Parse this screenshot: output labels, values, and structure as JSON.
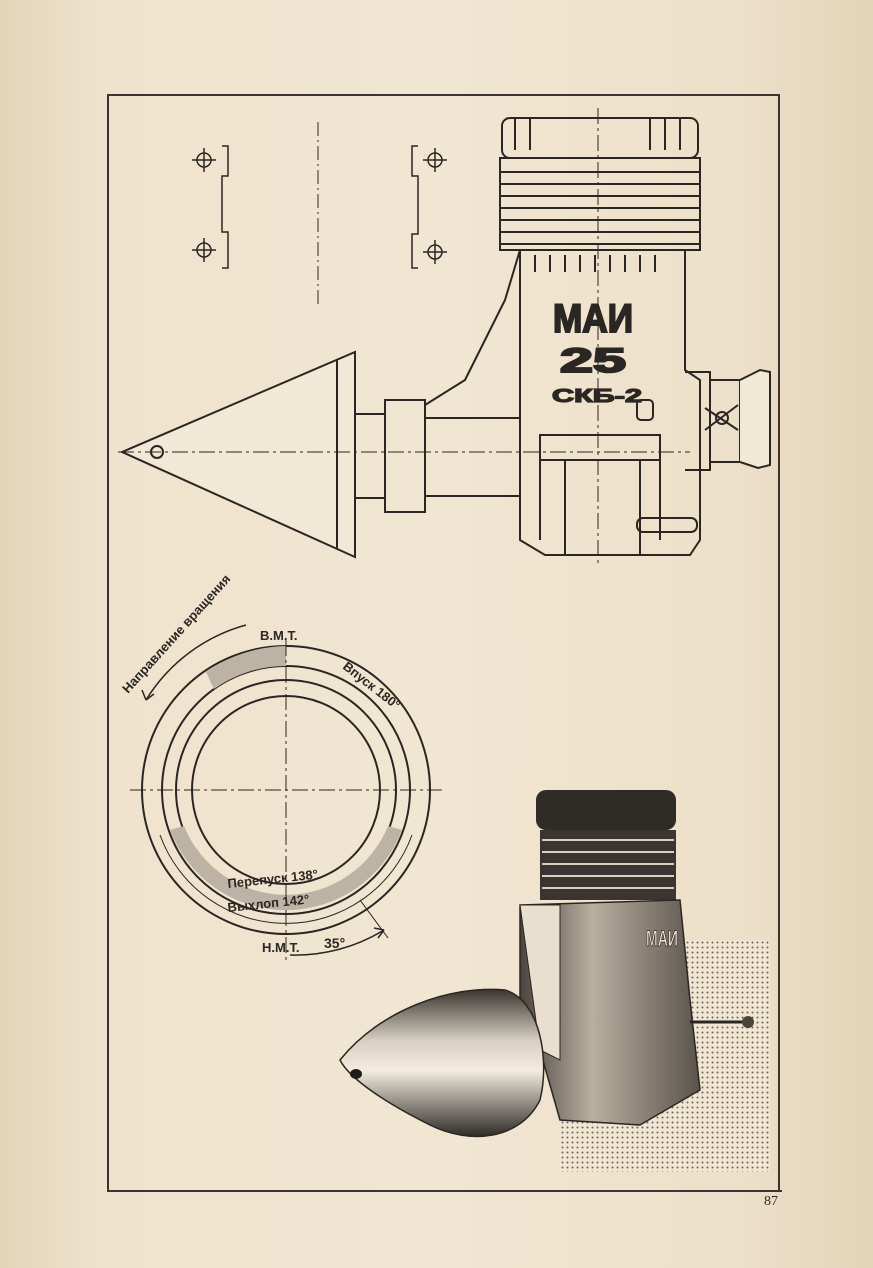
{
  "engine_marking": {
    "brand": "МАИ",
    "model": "25",
    "bureau": "СКБ-2"
  },
  "timing_diagram": {
    "rotation_direction": "Направление вращения",
    "tdc": "В.М.Т.",
    "bdc": "Н.М.Т.",
    "intake": "Впуск 180°",
    "transfer": "Перепуск 138°",
    "exhaust": "Выхлоп 142°",
    "offset_angle": "35°"
  },
  "page_number": "87",
  "colors": {
    "paper": "#efe3cd",
    "ink": "#2a2622",
    "shading": "#bdb3a5"
  }
}
